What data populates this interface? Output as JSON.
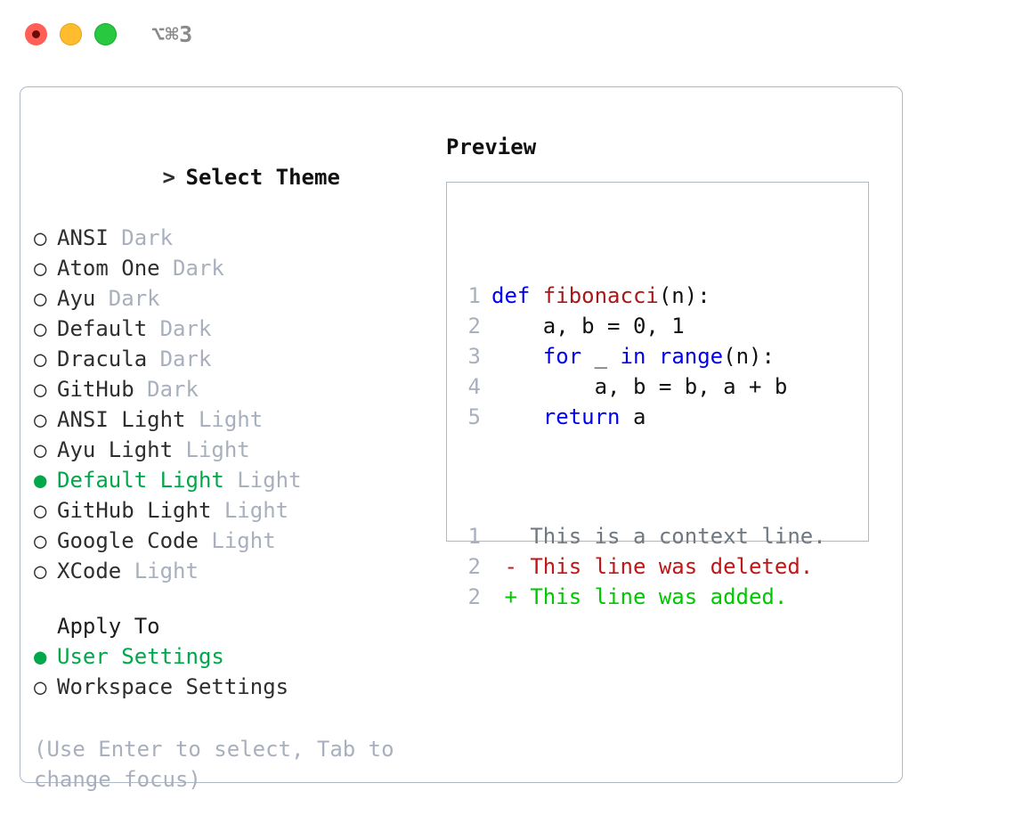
{
  "window": {
    "shortcut": "⌥⌘3",
    "traffic_lights": [
      {
        "name": "close",
        "color": "#ff5f57"
      },
      {
        "name": "minimize",
        "color": "#febc2e"
      },
      {
        "name": "maximize",
        "color": "#28c840"
      }
    ]
  },
  "colors": {
    "accent_green": "#00a84a",
    "muted": "#a8b0bd",
    "text": "#2e2e2e",
    "border": "#aeb7c4",
    "keyword_blue": "#0000ee",
    "function_red": "#a81818",
    "diff_add": "#00c800",
    "diff_del": "#c01616"
  },
  "theme_panel": {
    "title": "Select Theme",
    "prompt": ">",
    "marker_unselected": "○",
    "marker_selected": "●",
    "items": [
      {
        "label": "ANSI",
        "tag": "Dark",
        "selected": false
      },
      {
        "label": "Atom One",
        "tag": "Dark",
        "selected": false
      },
      {
        "label": "Ayu",
        "tag": "Dark",
        "selected": false
      },
      {
        "label": "Default",
        "tag": "Dark",
        "selected": false
      },
      {
        "label": "Dracula",
        "tag": "Dark",
        "selected": false
      },
      {
        "label": "GitHub",
        "tag": "Dark",
        "selected": false
      },
      {
        "label": "ANSI Light",
        "tag": "Light",
        "selected": false
      },
      {
        "label": "Ayu Light",
        "tag": "Light",
        "selected": false
      },
      {
        "label": "Default Light",
        "tag": "Light",
        "selected": true
      },
      {
        "label": "GitHub Light",
        "tag": "Light",
        "selected": false
      },
      {
        "label": "Google Code",
        "tag": "Light",
        "selected": false
      },
      {
        "label": "XCode",
        "tag": "Light",
        "selected": false
      }
    ]
  },
  "apply_to": {
    "title": "Apply To",
    "options": [
      {
        "label": "User Settings",
        "selected": true
      },
      {
        "label": "Workspace Settings",
        "selected": false
      }
    ]
  },
  "hint": "(Use Enter to select, Tab to change focus)",
  "preview": {
    "title": "Preview",
    "code_lines": [
      {
        "no": "1",
        "tokens": [
          {
            "t": "def ",
            "c": "kw"
          },
          {
            "t": "fibonacci",
            "c": "fn"
          },
          {
            "t": "(n):",
            "c": "plain"
          }
        ]
      },
      {
        "no": "2",
        "tokens": [
          {
            "t": "    a, b = 0, 1",
            "c": "plain"
          }
        ]
      },
      {
        "no": "3",
        "tokens": [
          {
            "t": "    ",
            "c": "plain"
          },
          {
            "t": "for",
            "c": "kw"
          },
          {
            "t": " _ ",
            "c": "plain"
          },
          {
            "t": "in",
            "c": "kw"
          },
          {
            "t": " ",
            "c": "plain"
          },
          {
            "t": "range",
            "c": "kw"
          },
          {
            "t": "(n):",
            "c": "plain"
          }
        ]
      },
      {
        "no": "4",
        "tokens": [
          {
            "t": "        a, b = b, a + b",
            "c": "plain"
          }
        ]
      },
      {
        "no": "5",
        "tokens": [
          {
            "t": "    ",
            "c": "plain"
          },
          {
            "t": "return",
            "c": "kw"
          },
          {
            "t": " a",
            "c": "plain"
          }
        ]
      }
    ],
    "diff_lines": [
      {
        "no": "1",
        "sign": " ",
        "text": "This is a context line.",
        "kind": "ctx"
      },
      {
        "no": "2",
        "sign": "-",
        "text": "This line was deleted.",
        "kind": "del"
      },
      {
        "no": "2",
        "sign": "+",
        "text": "This line was added.",
        "kind": "add"
      }
    ]
  }
}
